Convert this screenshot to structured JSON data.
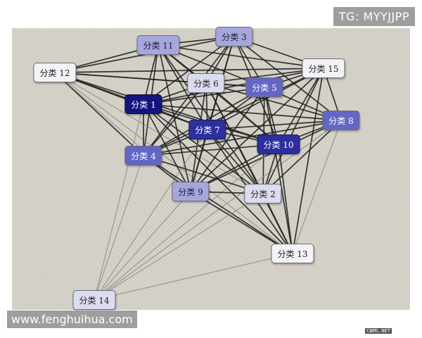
{
  "header": {
    "tg_label": "TG: MYYJJPP"
  },
  "footer": {
    "site_label": "www.fenghuihua.com"
  },
  "watermark": {
    "text": "СШMS.NET"
  },
  "colors": {
    "edge_strong": "#222222",
    "edge_weak": "#8a8a80",
    "canvas_bg": "#d6d2c8"
  },
  "nodes": [
    {
      "id": "n11",
      "label": "分类 11",
      "level": 3
    },
    {
      "id": "n3",
      "label": "分类 3",
      "level": 3
    },
    {
      "id": "n12",
      "label": "分类 12",
      "level": 1
    },
    {
      "id": "n15",
      "label": "分类 15",
      "level": 1
    },
    {
      "id": "n6",
      "label": "分类 6",
      "level": 2
    },
    {
      "id": "n5",
      "label": "分类 5",
      "level": 4
    },
    {
      "id": "n1",
      "label": "分类 1",
      "level": 6
    },
    {
      "id": "n8",
      "label": "分类 8",
      "level": 4
    },
    {
      "id": "n7",
      "label": "分类 7",
      "level": 5
    },
    {
      "id": "n10",
      "label": "分类 10",
      "level": 5
    },
    {
      "id": "n4",
      "label": "分类 4",
      "level": 4
    },
    {
      "id": "n9",
      "label": "分类 9",
      "level": 3
    },
    {
      "id": "n2",
      "label": "分类 2",
      "level": 2
    },
    {
      "id": "n13",
      "label": "分类 13",
      "level": 1
    },
    {
      "id": "n14",
      "label": "分类 14",
      "level": 2
    }
  ],
  "edges": [
    [
      "n11",
      "n3",
      1
    ],
    [
      "n11",
      "n12",
      1
    ],
    [
      "n11",
      "n6",
      1
    ],
    [
      "n11",
      "n5",
      1
    ],
    [
      "n11",
      "n15",
      1
    ],
    [
      "n11",
      "n1",
      1
    ],
    [
      "n11",
      "n7",
      1
    ],
    [
      "n11",
      "n10",
      1
    ],
    [
      "n11",
      "n4",
      1
    ],
    [
      "n11",
      "n9",
      1
    ],
    [
      "n11",
      "n2",
      1
    ],
    [
      "n3",
      "n12",
      1
    ],
    [
      "n3",
      "n15",
      1
    ],
    [
      "n3",
      "n6",
      1
    ],
    [
      "n3",
      "n5",
      1
    ],
    [
      "n3",
      "n1",
      1
    ],
    [
      "n3",
      "n7",
      1
    ],
    [
      "n3",
      "n10",
      1
    ],
    [
      "n3",
      "n4",
      1
    ],
    [
      "n3",
      "n8",
      1
    ],
    [
      "n3",
      "n9",
      1
    ],
    [
      "n12",
      "n6",
      1
    ],
    [
      "n12",
      "n5",
      1
    ],
    [
      "n12",
      "n1",
      1
    ],
    [
      "n12",
      "n7",
      1
    ],
    [
      "n12",
      "n10",
      1
    ],
    [
      "n12",
      "n4",
      1
    ],
    [
      "n12",
      "n15",
      1
    ],
    [
      "n12",
      "n9",
      0
    ],
    [
      "n12",
      "n2",
      0
    ],
    [
      "n12",
      "n13",
      0
    ],
    [
      "n15",
      "n6",
      1
    ],
    [
      "n15",
      "n5",
      1
    ],
    [
      "n15",
      "n1",
      1
    ],
    [
      "n15",
      "n7",
      1
    ],
    [
      "n15",
      "n10",
      1
    ],
    [
      "n15",
      "n8",
      1
    ],
    [
      "n15",
      "n4",
      1
    ],
    [
      "n15",
      "n9",
      1
    ],
    [
      "n15",
      "n2",
      1
    ],
    [
      "n15",
      "n13",
      1
    ],
    [
      "n6",
      "n5",
      1
    ],
    [
      "n6",
      "n1",
      1
    ],
    [
      "n6",
      "n7",
      1
    ],
    [
      "n6",
      "n10",
      1
    ],
    [
      "n6",
      "n8",
      1
    ],
    [
      "n6",
      "n4",
      1
    ],
    [
      "n6",
      "n9",
      1
    ],
    [
      "n6",
      "n2",
      1
    ],
    [
      "n6",
      "n13",
      1
    ],
    [
      "n5",
      "n1",
      1
    ],
    [
      "n5",
      "n7",
      1
    ],
    [
      "n5",
      "n10",
      1
    ],
    [
      "n5",
      "n8",
      1
    ],
    [
      "n5",
      "n4",
      1
    ],
    [
      "n5",
      "n9",
      1
    ],
    [
      "n5",
      "n2",
      1
    ],
    [
      "n5",
      "n13",
      1
    ],
    [
      "n1",
      "n7",
      1
    ],
    [
      "n1",
      "n10",
      1
    ],
    [
      "n1",
      "n8",
      1
    ],
    [
      "n1",
      "n4",
      1
    ],
    [
      "n1",
      "n9",
      1
    ],
    [
      "n1",
      "n2",
      1
    ],
    [
      "n1",
      "n13",
      1
    ],
    [
      "n1",
      "n14",
      0
    ],
    [
      "n8",
      "n7",
      1
    ],
    [
      "n8",
      "n10",
      1
    ],
    [
      "n8",
      "n4",
      1
    ],
    [
      "n8",
      "n9",
      1
    ],
    [
      "n8",
      "n2",
      1
    ],
    [
      "n8",
      "n13",
      0
    ],
    [
      "n8",
      "n14",
      0
    ],
    [
      "n7",
      "n10",
      1
    ],
    [
      "n7",
      "n4",
      1
    ],
    [
      "n7",
      "n9",
      1
    ],
    [
      "n7",
      "n2",
      1
    ],
    [
      "n7",
      "n13",
      1
    ],
    [
      "n7",
      "n14",
      0
    ],
    [
      "n10",
      "n4",
      1
    ],
    [
      "n10",
      "n9",
      1
    ],
    [
      "n10",
      "n2",
      1
    ],
    [
      "n10",
      "n13",
      1
    ],
    [
      "n10",
      "n14",
      0
    ],
    [
      "n4",
      "n9",
      1
    ],
    [
      "n4",
      "n2",
      1
    ],
    [
      "n4",
      "n13",
      1
    ],
    [
      "n4",
      "n14",
      0
    ],
    [
      "n9",
      "n2",
      1
    ],
    [
      "n9",
      "n13",
      1
    ],
    [
      "n9",
      "n14",
      0
    ],
    [
      "n2",
      "n13",
      1
    ],
    [
      "n2",
      "n14",
      0
    ],
    [
      "n13",
      "n14",
      0
    ]
  ]
}
